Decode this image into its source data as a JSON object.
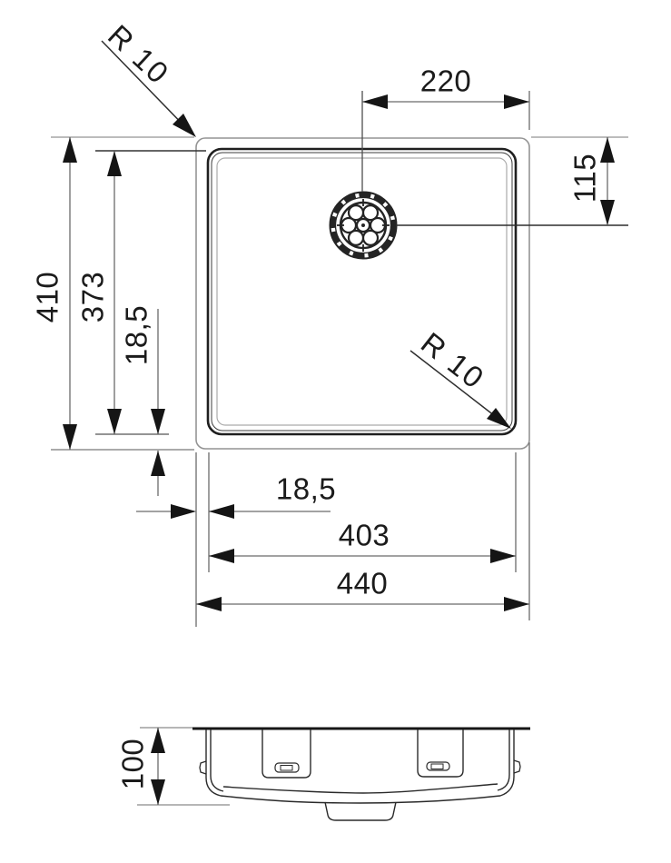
{
  "document": {
    "type": "technical-drawing",
    "subject": "kitchen sink dimensional drawing, top view and side view",
    "background": "#ffffff"
  },
  "colors": {
    "outline": "#1f1f1f",
    "outer_edge": "#949494",
    "dimension_line": "#6b6b6b",
    "arrow": "#151515",
    "text": "#1b1b1b"
  },
  "top_view": {
    "dimensions": {
      "corner_radius_top_left": "R 10",
      "drain_center_from_right": "220",
      "drain_center_from_top": "115",
      "outer_depth": "410",
      "bowl_depth": "373",
      "rim_inset_bottom": "18,5",
      "corner_radius_bowl": "R 10",
      "rim_inset_left": "18,5",
      "bowl_width": "403",
      "outer_width": "440"
    }
  },
  "side_view": {
    "dimensions": {
      "bowl_height": "100"
    }
  }
}
